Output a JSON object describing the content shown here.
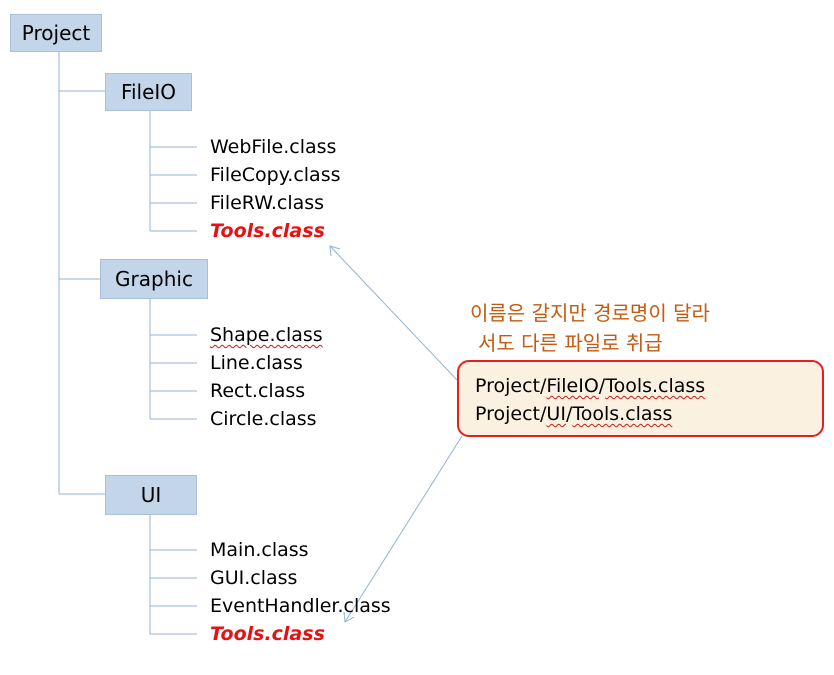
{
  "tree": {
    "root": {
      "label": "Project"
    },
    "groups": [
      {
        "label": "FileIO",
        "files": [
          {
            "label": "WebFile.class"
          },
          {
            "label": "FileCopy.class"
          },
          {
            "label": "FileRW.class"
          },
          {
            "label": "Tools.class",
            "highlight": true
          }
        ]
      },
      {
        "label": "Graphic",
        "files": [
          {
            "label": "Shape.class"
          },
          {
            "label": "Line.class"
          },
          {
            "label": "Rect.class"
          },
          {
            "label": "Circle.class"
          }
        ]
      },
      {
        "label": "UI",
        "files": [
          {
            "label": "Main.class"
          },
          {
            "label": "GUI.class"
          },
          {
            "label": "EventHandler.class"
          },
          {
            "label": "Tools.class",
            "highlight": true
          }
        ]
      }
    ]
  },
  "annotation": {
    "line1": "이름은 갈지만 경로명이 달라",
    "line2": "서도 다른 파일로 취급"
  },
  "paths": {
    "p1_prefix": "Project/",
    "p1_dir": "FileIO",
    "p1_sep": "/",
    "p1_file": "Tools.class",
    "p2_prefix": "Project/",
    "p2_dir": "UI",
    "p2_sep": "/",
    "p2_file": "Tools.class"
  },
  "colors": {
    "node_fill": "#c3d5e8",
    "connector": "#93b3d4",
    "highlight_text": "#e81010",
    "annotation_text": "#c55a11",
    "box_border": "#e41f1f",
    "box_fill": "#fbf1e0"
  }
}
